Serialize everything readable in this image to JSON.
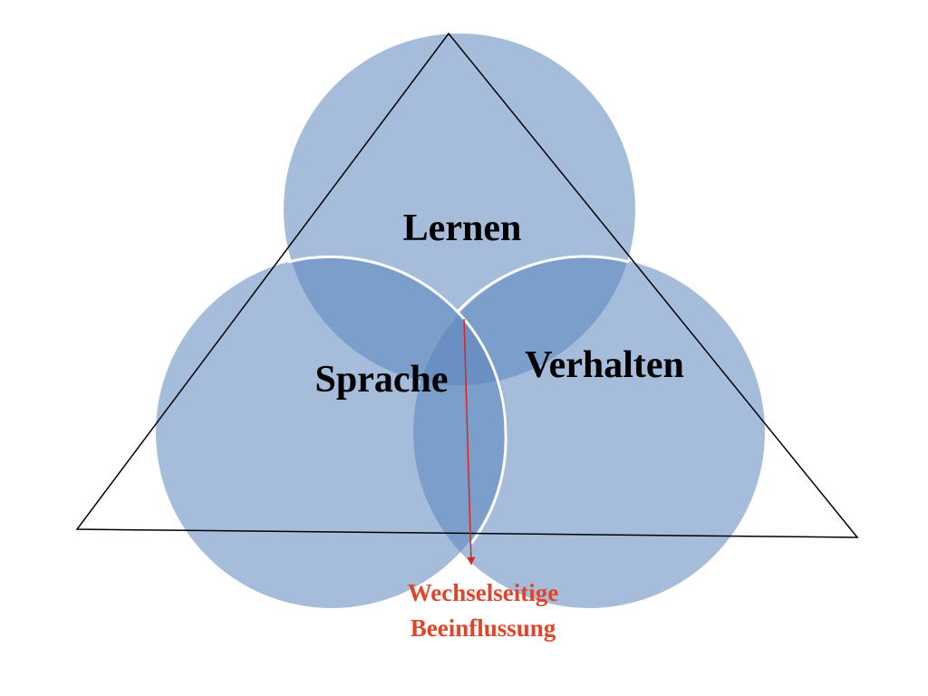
{
  "diagram": {
    "circles": {
      "top": {
        "label": "Lernen"
      },
      "left": {
        "label": "Sprache"
      },
      "right": {
        "label": "Verhalten"
      }
    },
    "annotation": {
      "line1": "Wechselseitige",
      "line2": "Beeinflussung"
    },
    "colors": {
      "circle_fill": "#5b85be",
      "circle_opacity": 0.55,
      "outline": "#ffffff",
      "triangle": "#000000",
      "arrow": "#d9261c",
      "annotation": "#e0452a"
    }
  }
}
